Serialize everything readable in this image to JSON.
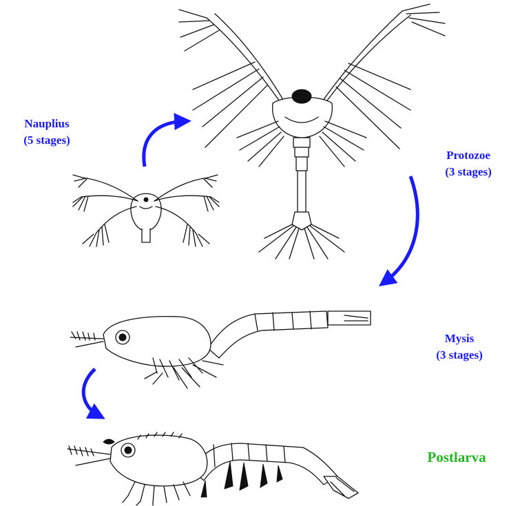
{
  "stages": [
    {
      "name": "Nauplius",
      "detail": "(5 stages)"
    },
    {
      "name": "Protozoe",
      "detail": "(3 stages)"
    },
    {
      "name": "Mysis",
      "detail": "(3 stages)"
    },
    {
      "name": "Postlarva",
      "detail": ""
    }
  ],
  "colors": {
    "arrow": "#1a1aff",
    "stage_label": "#1a1aff",
    "final_stage_label": "#22b822",
    "ink": "#111111"
  }
}
